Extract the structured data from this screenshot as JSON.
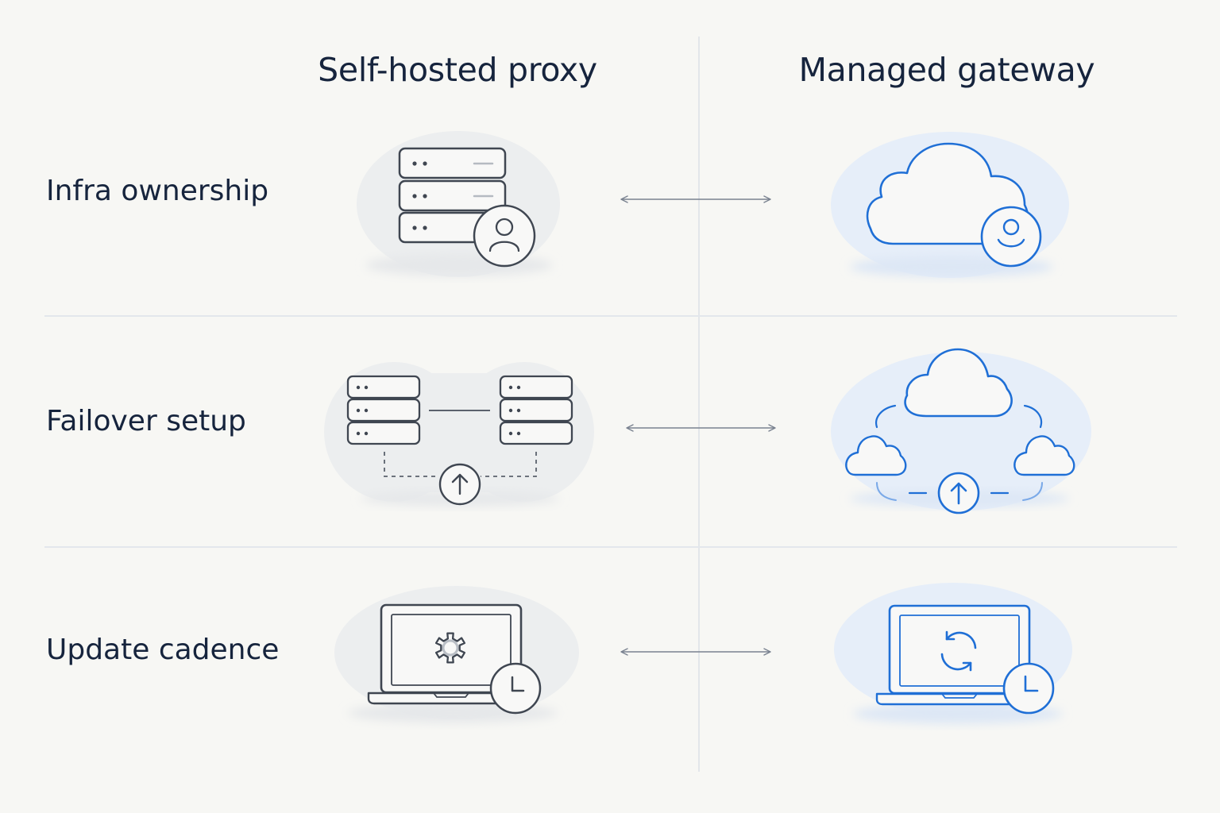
{
  "columns": {
    "left_title": "Self-hosted proxy",
    "right_title": "Managed gateway"
  },
  "rows": [
    {
      "label": "Infra ownership",
      "left_icon": "server-stack-user-icon",
      "right_icon": "cloud-user-icon"
    },
    {
      "label": "Failover setup",
      "left_icon": "redundant-servers-failover-icon",
      "right_icon": "multi-cloud-failover-icon"
    },
    {
      "label": "Update cadence",
      "left_icon": "laptop-gear-clock-icon",
      "right_icon": "laptop-sync-clock-icon"
    }
  ],
  "colors": {
    "background": "#f7f7f4",
    "text": "#16243d",
    "self_hosted_stroke": "#3f4651",
    "managed_stroke": "#1f6fd6",
    "connector": "#7a8290"
  }
}
